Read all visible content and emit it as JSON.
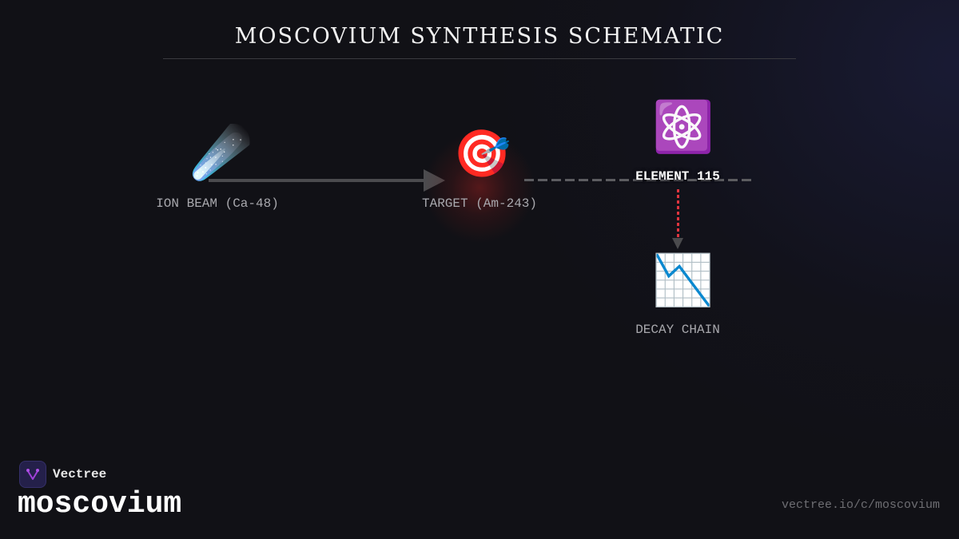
{
  "diagram": {
    "title": "MOSCOVIUM SYNTHESIS SCHEMATIC",
    "nodes": [
      {
        "id": "ion-beam",
        "label": "ION BEAM (Ca-48)",
        "icon": "comet-icon",
        "glyph": "☄️"
      },
      {
        "id": "target",
        "label": "TARGET (Am-243)",
        "icon": "direct-hit-target-icon",
        "glyph": "🎯"
      },
      {
        "id": "element",
        "label": "ELEMENT 115",
        "icon": "atom-symbol-icon",
        "glyph": "⚛️"
      },
      {
        "id": "decay",
        "label": "DECAY CHAIN",
        "icon": "chart-decreasing-icon",
        "glyph": "📉"
      }
    ],
    "edges": [
      {
        "from": "ion-beam",
        "to": "target",
        "style": "solid-arrow",
        "color": "#4b4b4e"
      },
      {
        "from": "target",
        "to": "element",
        "style": "dashed",
        "color": "#5c5c60"
      },
      {
        "from": "element",
        "to": "decay",
        "style": "dotted-arrow",
        "color": "#e0353f"
      }
    ]
  },
  "footer": {
    "brand_name": "Vectree",
    "page_name": "moscovium",
    "url": "vectree.io/c/moscovium"
  },
  "colors": {
    "background": "#111116",
    "accent_red": "#e0353f",
    "logo_purple": "#a040d8"
  }
}
